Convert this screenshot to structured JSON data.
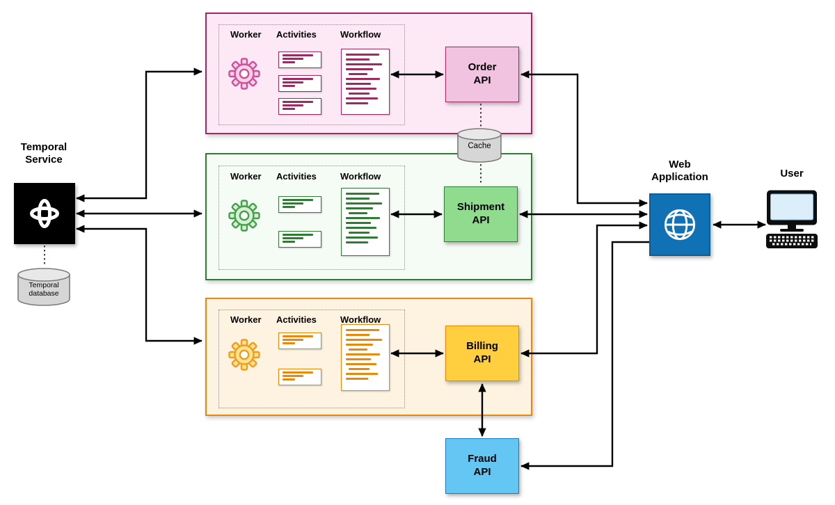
{
  "left_panel": {
    "temporal_service_label": "Temporal\nService",
    "temporal_database_label": "Temporal\ndatabase"
  },
  "services": [
    {
      "worker_label": "Worker",
      "activities_label": "Activities",
      "workflow_label": "Workflow",
      "api_label": "Order\nAPI"
    },
    {
      "worker_label": "Worker",
      "activities_label": "Activities",
      "workflow_label": "Workflow",
      "api_label": "Shipment\nAPI"
    },
    {
      "worker_label": "Worker",
      "activities_label": "Activities",
      "workflow_label": "Workflow",
      "api_label": "Billing\nAPI"
    }
  ],
  "cache_label": "Cache",
  "fraud_api_label": "Fraud\nAPI",
  "right_panel": {
    "web_application_label": "Web\nApplication",
    "user_label": "User"
  },
  "colors": {
    "order_accent": "#9e2a63",
    "order_bg": "#fce9f5",
    "order_api_fill": "#f2c3e1",
    "shipment_accent": "#2e7d32",
    "shipment_bg": "#f5fbf5",
    "shipment_api_fill": "#8fdc8f",
    "billing_accent": "#e8890c",
    "billing_bg": "#fdf3e0",
    "billing_api_fill": "#ffcf40",
    "fraud_api_fill": "#63c6f3",
    "web_app_blue": "#1171b5",
    "temporal_black": "#000000",
    "cylinder_gray": "#d6d6d6",
    "arrow_black": "#000000"
  }
}
